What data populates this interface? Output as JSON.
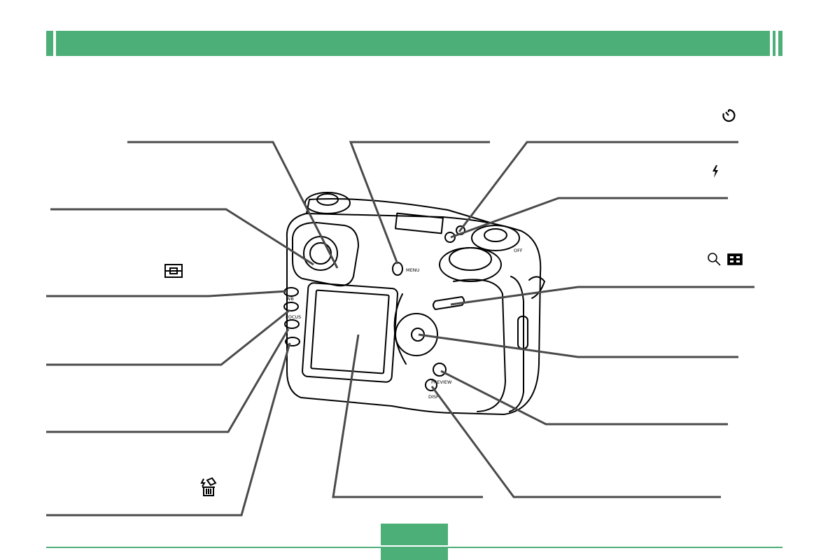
{
  "colors": {
    "accent": "#4caf78",
    "line": "#4a4a4a",
    "ink": "#000000"
  },
  "icons": {
    "self_timer": "self-timer-icon",
    "flash": "flash-icon",
    "zoom_thumbnail": "zoom-thumbnail-icon",
    "af_area": "af-area-icon",
    "delete": "delete-icon"
  },
  "camera_labels": {
    "menu": "MENU",
    "wb": "WB",
    "focus": "FOCUS",
    "preview": "PREVIEW",
    "disp": "DISP",
    "off": "OFF"
  }
}
